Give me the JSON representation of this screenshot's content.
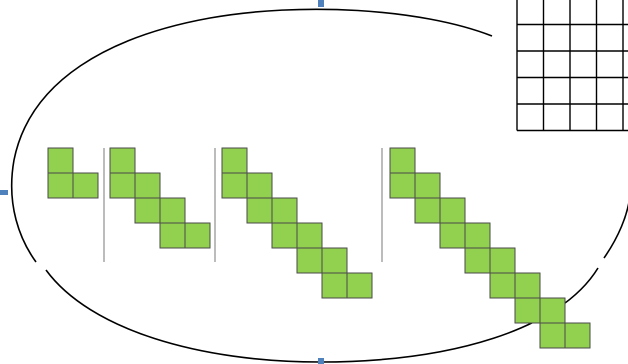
{
  "colors": {
    "background": "#ffffff",
    "outline": "#000000",
    "tile_fill": "#92d050",
    "tile_stroke": "#4a4a4a",
    "separator": "#a6a6a6",
    "handle": "#4f81bd",
    "grid_stroke": "#000000"
  },
  "grid": {
    "columns": 5,
    "rows": 5
  },
  "staircases": [
    {
      "name": "staircase-1",
      "steps": 1
    },
    {
      "name": "staircase-2",
      "steps": 3
    },
    {
      "name": "staircase-3",
      "steps": 5
    },
    {
      "name": "staircase-4",
      "steps": 7
    }
  ]
}
